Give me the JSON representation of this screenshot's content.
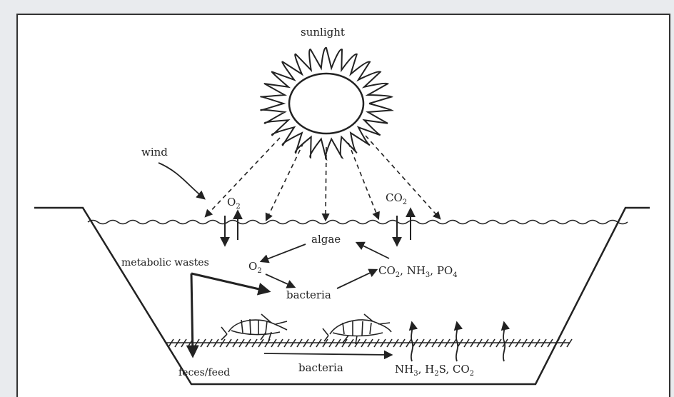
{
  "labels": {
    "sunlight": "sunlight",
    "wind": "wind",
    "o2_surface": "O",
    "o2_surface_sub": "2",
    "co2_surface": "CO",
    "co2_surface_sub": "2",
    "algae": "algae",
    "metabolic_wastes": "metabolic wastes",
    "o2_mid": "O",
    "o2_mid_sub": "2",
    "nutrients": {
      "co": "CO",
      "co_sub": "2",
      "nh": ", NH",
      "nh_sub": "3",
      "po": ", PO",
      "po_sub": "4"
    },
    "bacteria_mid": "bacteria",
    "feces_feed": "feces/feed",
    "bacteria_bottom": "bacteria",
    "gases": {
      "nh": "NH",
      "nh_sub": "3",
      "h2s_h": ", H",
      "h2s_sub": "2",
      "h2s_s": "S",
      "co": ", CO",
      "co_sub": "2"
    }
  },
  "colors": {
    "background": "#e9ebee",
    "panel": "#ffffff",
    "ink": "#222222"
  }
}
